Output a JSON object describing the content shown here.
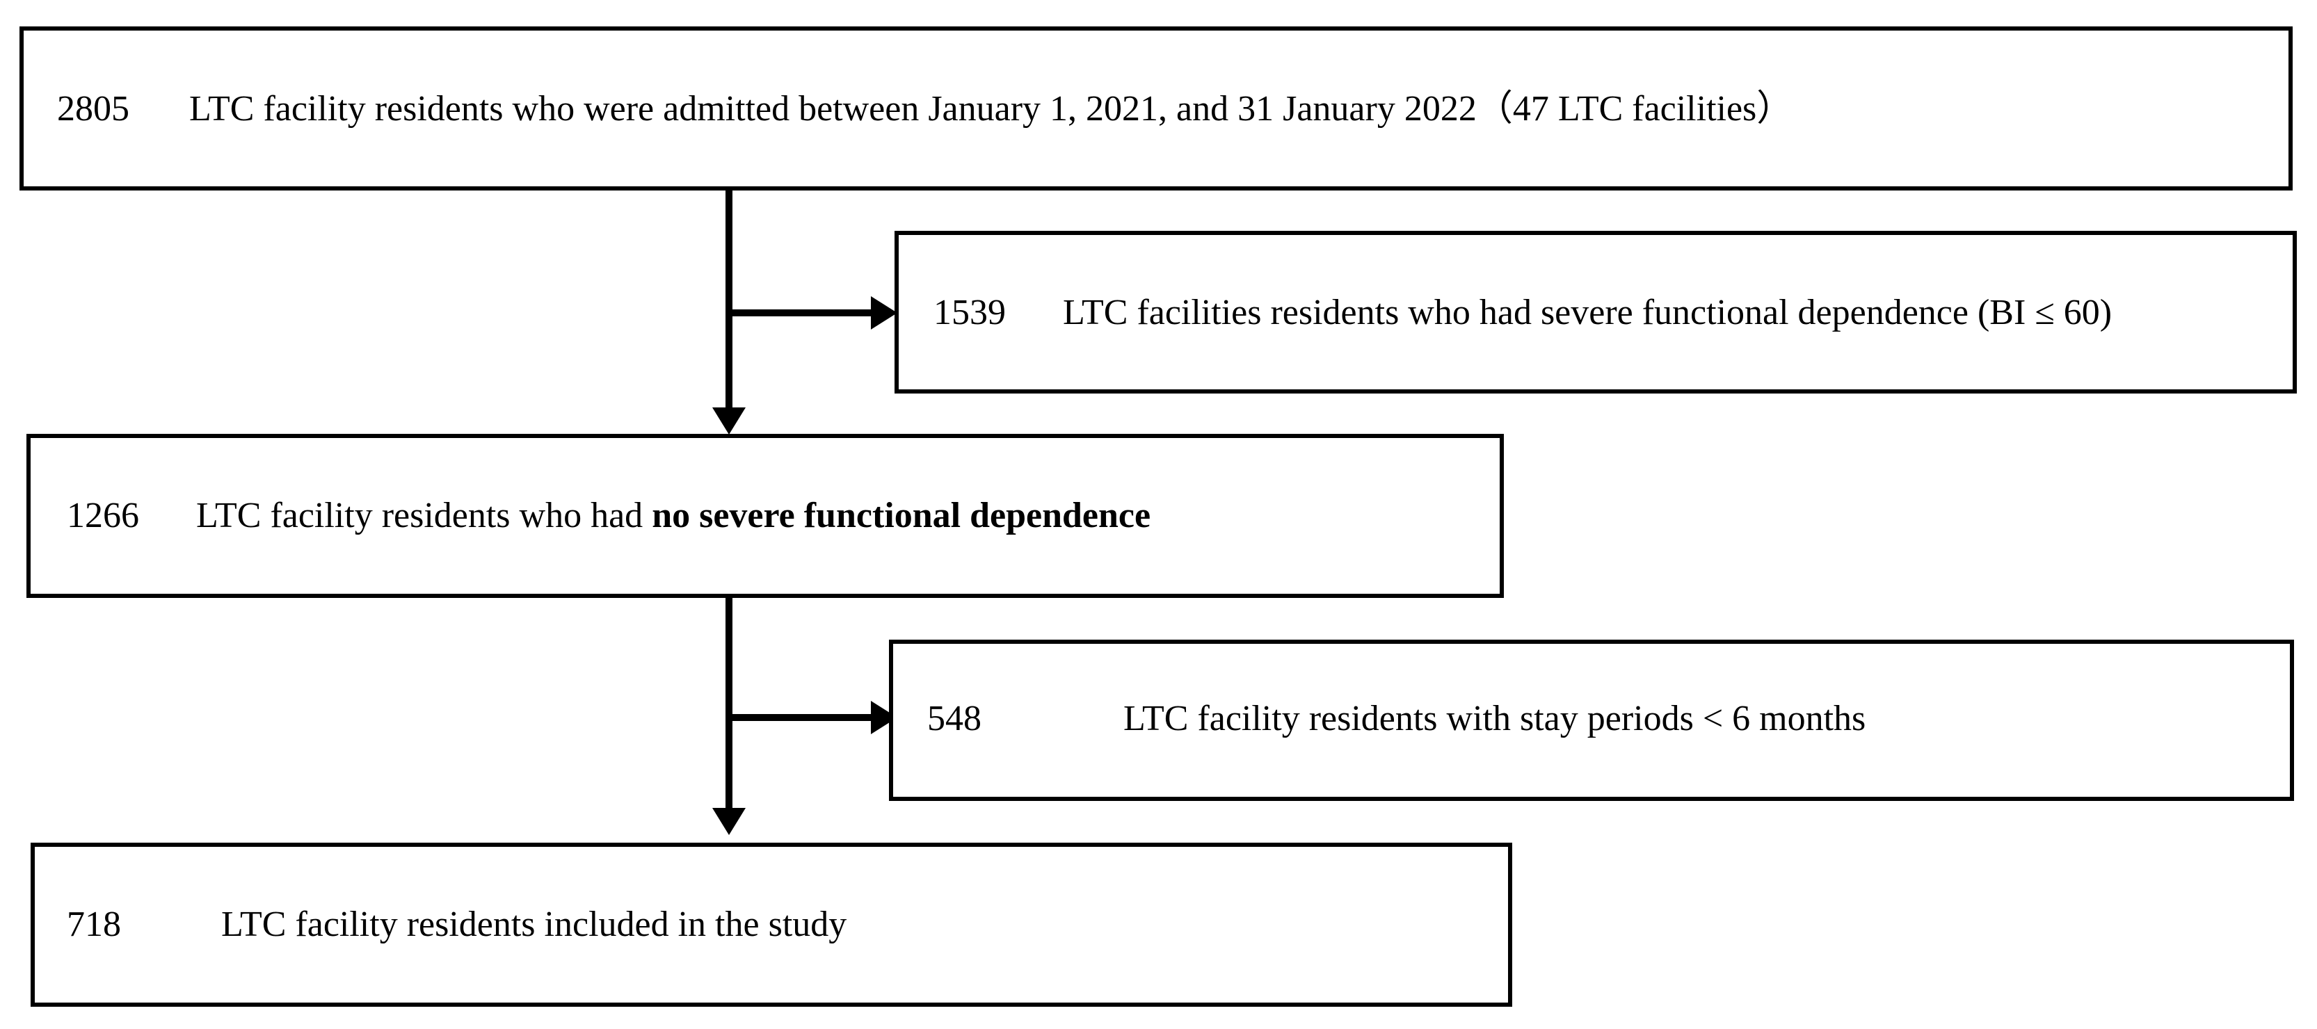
{
  "boxes": {
    "b1": {
      "count": "2805",
      "text": "LTC facility residents who were admitted between January 1, 2021, and 31 January 2022（47 LTC facilities）"
    },
    "b2": {
      "count": "1539",
      "text": "LTC facilities residents who had severe functional dependence (BI ≤ 60)"
    },
    "b3": {
      "count": "1266",
      "text_plain": "LTC facility residents who had ",
      "text_bold": "no severe functional dependence"
    },
    "b4": {
      "count": "548",
      "text": "LTC facility residents with stay periods < 6 months"
    },
    "b5": {
      "count": "718",
      "text": "LTC facility residents included in the study"
    }
  }
}
